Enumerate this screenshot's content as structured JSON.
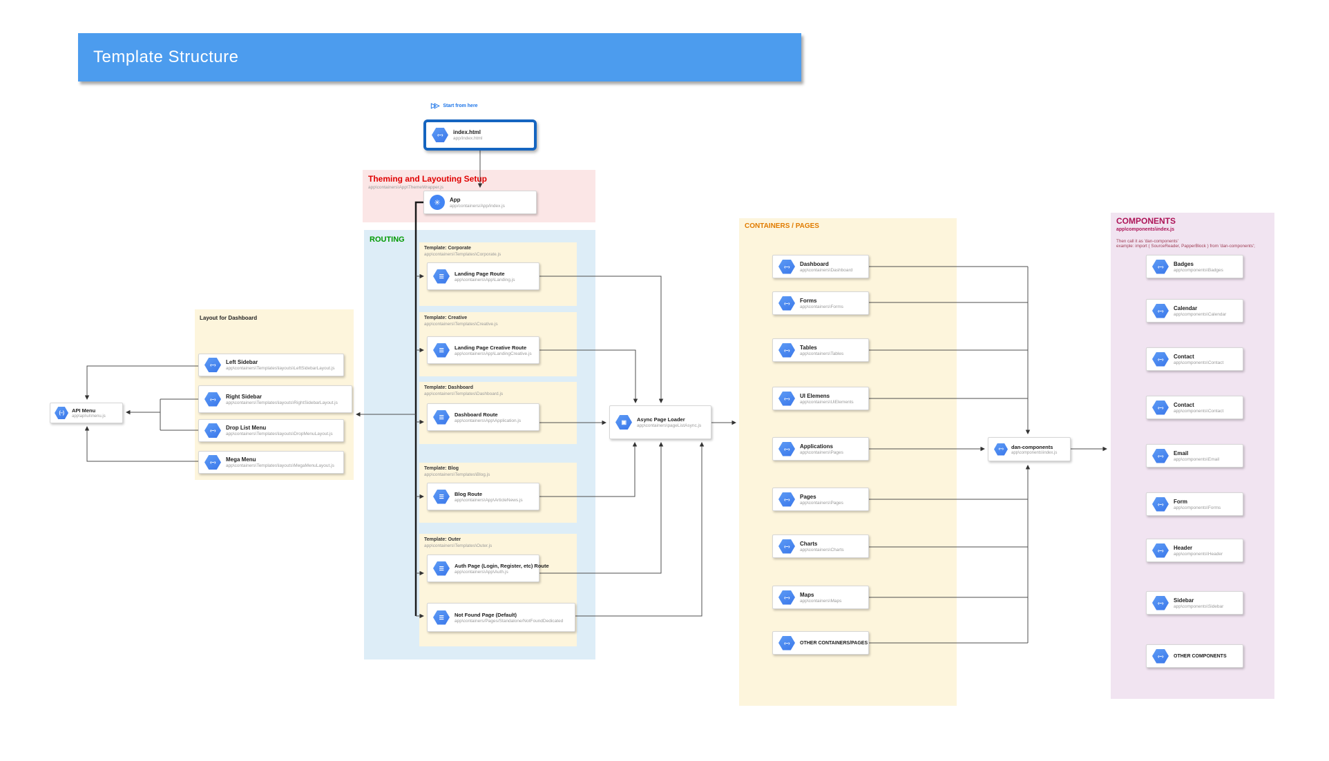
{
  "icons": {
    "code": "‹–›",
    "route": "☰",
    "chip": "▣",
    "app": "✳",
    "api": "(–)",
    "fast_forward": "▷▷"
  },
  "title_bar": {
    "title": "Template Structure"
  },
  "start": {
    "label": "Start from here"
  },
  "index_node": {
    "label": "index.html",
    "path": "app/index.html"
  },
  "theming": {
    "title": "Theming and Layouting Setup",
    "path": "app\\containers\\App\\ThemeWrapper.js",
    "app_node": {
      "label": "App",
      "path": "app/containers/App/index.js"
    }
  },
  "routing": {
    "label": "ROUTING",
    "templates": [
      {
        "label": "Template: Corporate",
        "path": "app\\containers\\Templates\\Corporate.js",
        "routes": [
          {
            "label": "Landing Page Route",
            "path": "app\\containers\\App\\Landing.js"
          }
        ]
      },
      {
        "label": "Template: Creative",
        "path": "app\\containers\\Templates\\Creative.js",
        "routes": [
          {
            "label": "Landing Page Creative Route",
            "path": "app\\containers\\App\\LandingCreative.js"
          }
        ]
      },
      {
        "label": "Template: Dashboard",
        "path": "app\\containers\\Templates\\Dashboard.js",
        "routes": [
          {
            "label": "Dashboard Route",
            "path": "app\\containers\\App\\Application.js"
          }
        ]
      },
      {
        "label": "Template: Blog",
        "path": "app\\containers\\Templates\\Blog.js",
        "routes": [
          {
            "label": "Blog Route",
            "path": "app\\containers\\App\\ArticleNews.js"
          }
        ]
      },
      {
        "label": "Template: Outer",
        "path": "app\\containers\\Templates\\Outer.js",
        "routes": [
          {
            "label": "Auth Page (Login, Register, etc) Route",
            "path": "app\\containers\\App\\Auth.js"
          },
          {
            "label": "Not Found Page (Default)",
            "path": "app\\containers/Pages/Standalone/NotFoundDedicated"
          }
        ]
      }
    ]
  },
  "layout_panel": {
    "title": "Layout for Dashboard",
    "items": [
      {
        "label": "Left Sidebar",
        "path": "app\\containers\\Templates\\layouts\\LeftSidebarLayout.js"
      },
      {
        "label": "Right Sidebar",
        "path": "app\\containers\\Templates\\layouts\\RightSidebarLayout.js"
      },
      {
        "label": "Drop List Menu",
        "path": "app\\containers\\Templates\\layouts\\DropMenuLayout.js"
      },
      {
        "label": "Mega Menu",
        "path": "app\\containers\\Templates\\layouts\\MegaMenuLayout.js"
      }
    ]
  },
  "api_menu": {
    "label": "API Menu",
    "path": "app\\api\\ui\\menu.js"
  },
  "async_loader": {
    "label": "Async Page Loader",
    "path": "app\\containers\\pageListAsync.js"
  },
  "containers_panel": {
    "title": "CONTAINERS / PAGES",
    "items": [
      {
        "label": "Dashboard",
        "path": "app\\containers\\Dashboard"
      },
      {
        "label": "Forms",
        "path": "app\\containers\\Forms"
      },
      {
        "label": "Tables",
        "path": "app\\containers\\Tables"
      },
      {
        "label": "UI Elemens",
        "path": "app\\containers\\UiElements"
      },
      {
        "label": "Applications",
        "path": "app\\containers\\Pages"
      },
      {
        "label": "Pages",
        "path": "app\\containers\\Pages"
      },
      {
        "label": "Charts",
        "path": "app\\containers\\Charts"
      },
      {
        "label": "Maps",
        "path": "app\\containers\\Maps"
      },
      {
        "label": "OTHER CONTAINERS/PAGES"
      }
    ]
  },
  "dan_components": {
    "label": "dan-components",
    "path": "app\\components\\index.js"
  },
  "components_panel": {
    "title": "COMPONENTS",
    "subtitle": "app\\components\\index.js",
    "note1": "Then call it as 'dan-components'",
    "note2": "example: import ( SourceReader, PapperBlock ) from 'dan-components';",
    "items": [
      {
        "label": "Badges",
        "path": "app\\components\\Badges"
      },
      {
        "label": "Calendar",
        "path": "app\\components\\Calendar"
      },
      {
        "label": "Contact",
        "path": "app\\components\\Contact"
      },
      {
        "label": "Contact",
        "path": "app\\components\\Contact"
      },
      {
        "label": "Email",
        "path": "app\\components\\Email"
      },
      {
        "label": "Form",
        "path": "app\\components\\Forms"
      },
      {
        "label": "Header",
        "path": "app\\components\\Header"
      },
      {
        "label": "Sidebar",
        "path": "app\\components\\Sidebar"
      },
      {
        "label": "OTHER COMPONENTS"
      }
    ]
  },
  "colors": {
    "titlebar": "#4c9cee",
    "theming_bg": "#fbe6e6",
    "theming_title": "#e00000",
    "routing_bg": "#ddedf7",
    "routing_title": "#009900",
    "group_bg": "#fdf5dc",
    "containers_title": "#e07b00",
    "components_bg": "#f1e4f1",
    "components_title": "#ad1457",
    "icon_blue": "#4285f4",
    "accent_blue": "#1a73e8",
    "index_border": "#1565c0"
  }
}
